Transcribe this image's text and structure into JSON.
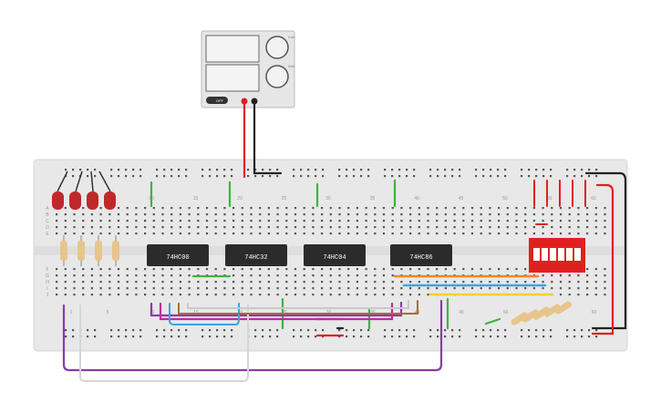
{
  "power_supply": {
    "power_button_label": "OFF",
    "knob_labels": [
      "Curr",
      "Volt"
    ]
  },
  "breadboard": {
    "column_labels_top": [
      "10",
      "15",
      "20",
      "25",
      "30",
      "35",
      "40",
      "45",
      "50",
      "55",
      "60"
    ],
    "column_labels_bottom": [
      "1",
      "5",
      "10",
      "15",
      "20",
      "25",
      "30",
      "35",
      "40",
      "45",
      "50",
      "55",
      "60"
    ],
    "row_labels_upper": [
      "A",
      "B",
      "C",
      "D",
      "E"
    ],
    "row_labels_lower": [
      "F",
      "G",
      "H",
      "I",
      "J"
    ]
  },
  "chips": [
    {
      "label": "74HC00"
    },
    {
      "label": "74HC32"
    },
    {
      "label": "74HC04"
    },
    {
      "label": "74HC86"
    }
  ],
  "colors": {
    "wire_red": "#e02020",
    "wire_black": "#222222",
    "wire_green": "#3db53d",
    "wire_purple": "#8a3aa8",
    "wire_orange": "#f08a1a",
    "wire_blue": "#3aa6e0",
    "wire_yellow": "#f0d23a",
    "wire_brown": "#a8702a",
    "wire_white": "#dddddd",
    "led_red": "#c0282a",
    "dip_switch": "#e02020",
    "chip_body": "#2b2b2b"
  }
}
